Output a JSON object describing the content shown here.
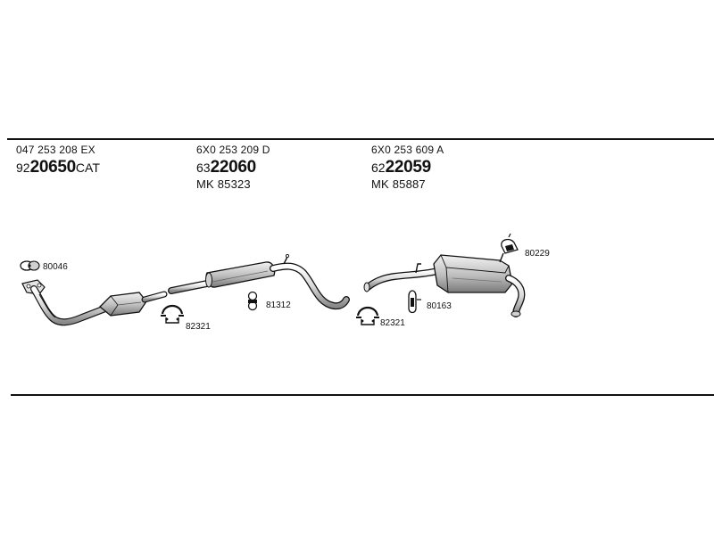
{
  "parts": [
    {
      "oe_number": "047 253 208 EX",
      "article_prefix": "92",
      "article_main": "20650",
      "article_suffix": "CAT",
      "mk": ""
    },
    {
      "oe_number": "6X0 253 209 D",
      "article_prefix": "63",
      "article_main": "22060",
      "article_suffix": "",
      "mk": "MK  85323"
    },
    {
      "oe_number": "6X0 253 609 A",
      "article_prefix": "62",
      "article_main": "22059",
      "article_suffix": "",
      "mk": "MK  85887"
    }
  ],
  "callouts": {
    "gasket_front": "80046",
    "clamp_left": "82321",
    "hanger_mid": "81312",
    "clamp_right": "82321",
    "hanger_rear": "80163",
    "hanger_top": "80229"
  },
  "colors": {
    "line": "#111111",
    "shade_light": "#d9d9d9",
    "shade_mid": "#a8a8a8",
    "shade_dark": "#707070"
  }
}
